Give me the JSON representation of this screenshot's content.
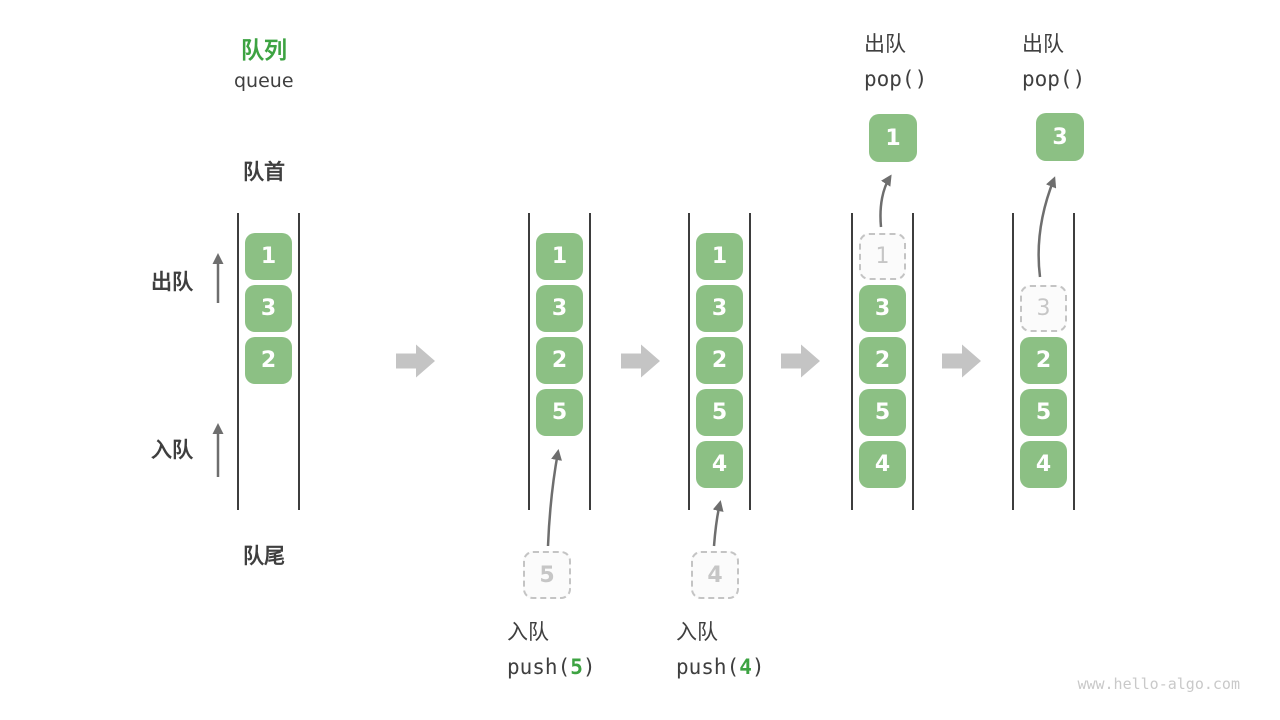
{
  "title": {
    "zh": "队列",
    "en": "queue"
  },
  "labels": {
    "front": "队首",
    "rear": "队尾",
    "dequeue": "出队",
    "enqueue": "入队"
  },
  "columns": [
    {
      "name": "state-initial",
      "boxes": [
        {
          "v": "1"
        },
        {
          "v": "3"
        },
        {
          "v": "2"
        }
      ]
    },
    {
      "name": "state-after-push-5",
      "boxes": [
        {
          "v": "1"
        },
        {
          "v": "3"
        },
        {
          "v": "2"
        },
        {
          "v": "5"
        }
      ],
      "staging": {
        "v": "5"
      }
    },
    {
      "name": "state-after-push-4",
      "boxes": [
        {
          "v": "1"
        },
        {
          "v": "3"
        },
        {
          "v": "2"
        },
        {
          "v": "5"
        },
        {
          "v": "4"
        }
      ],
      "staging": {
        "v": "4"
      }
    },
    {
      "name": "state-after-pop-1",
      "ghost": {
        "v": "1"
      },
      "boxes": [
        {
          "v": "3"
        },
        {
          "v": "2"
        },
        {
          "v": "5"
        },
        {
          "v": "4"
        }
      ],
      "popped": {
        "v": "1"
      }
    },
    {
      "name": "state-after-pop-3",
      "ghost": {
        "v": "3"
      },
      "boxes": [
        {
          "v": "2"
        },
        {
          "v": "5"
        },
        {
          "v": "4"
        }
      ],
      "popped": {
        "v": "3"
      }
    }
  ],
  "operations": [
    {
      "zh": "入队",
      "code_pre": "push(",
      "arg": "5",
      "code_post": ")"
    },
    {
      "zh": "入队",
      "code_pre": "push(",
      "arg": "4",
      "code_post": ")"
    },
    {
      "zh": "出队",
      "code": "pop()"
    },
    {
      "zh": "出队",
      "code": "pop()"
    }
  ],
  "colors": {
    "element_green": "#8cc084",
    "accent_green": "#3da342",
    "text_dark": "#3f3f3f",
    "rail_dark": "#3d3d3d",
    "ghost_gray": "#c4c4c4",
    "flow_arrow_gray": "#c4c4c4",
    "thin_arrow_gray": "#6e6e6e",
    "watermark_gray": "#c9c9c9"
  },
  "watermark": "www.hello-algo.com"
}
